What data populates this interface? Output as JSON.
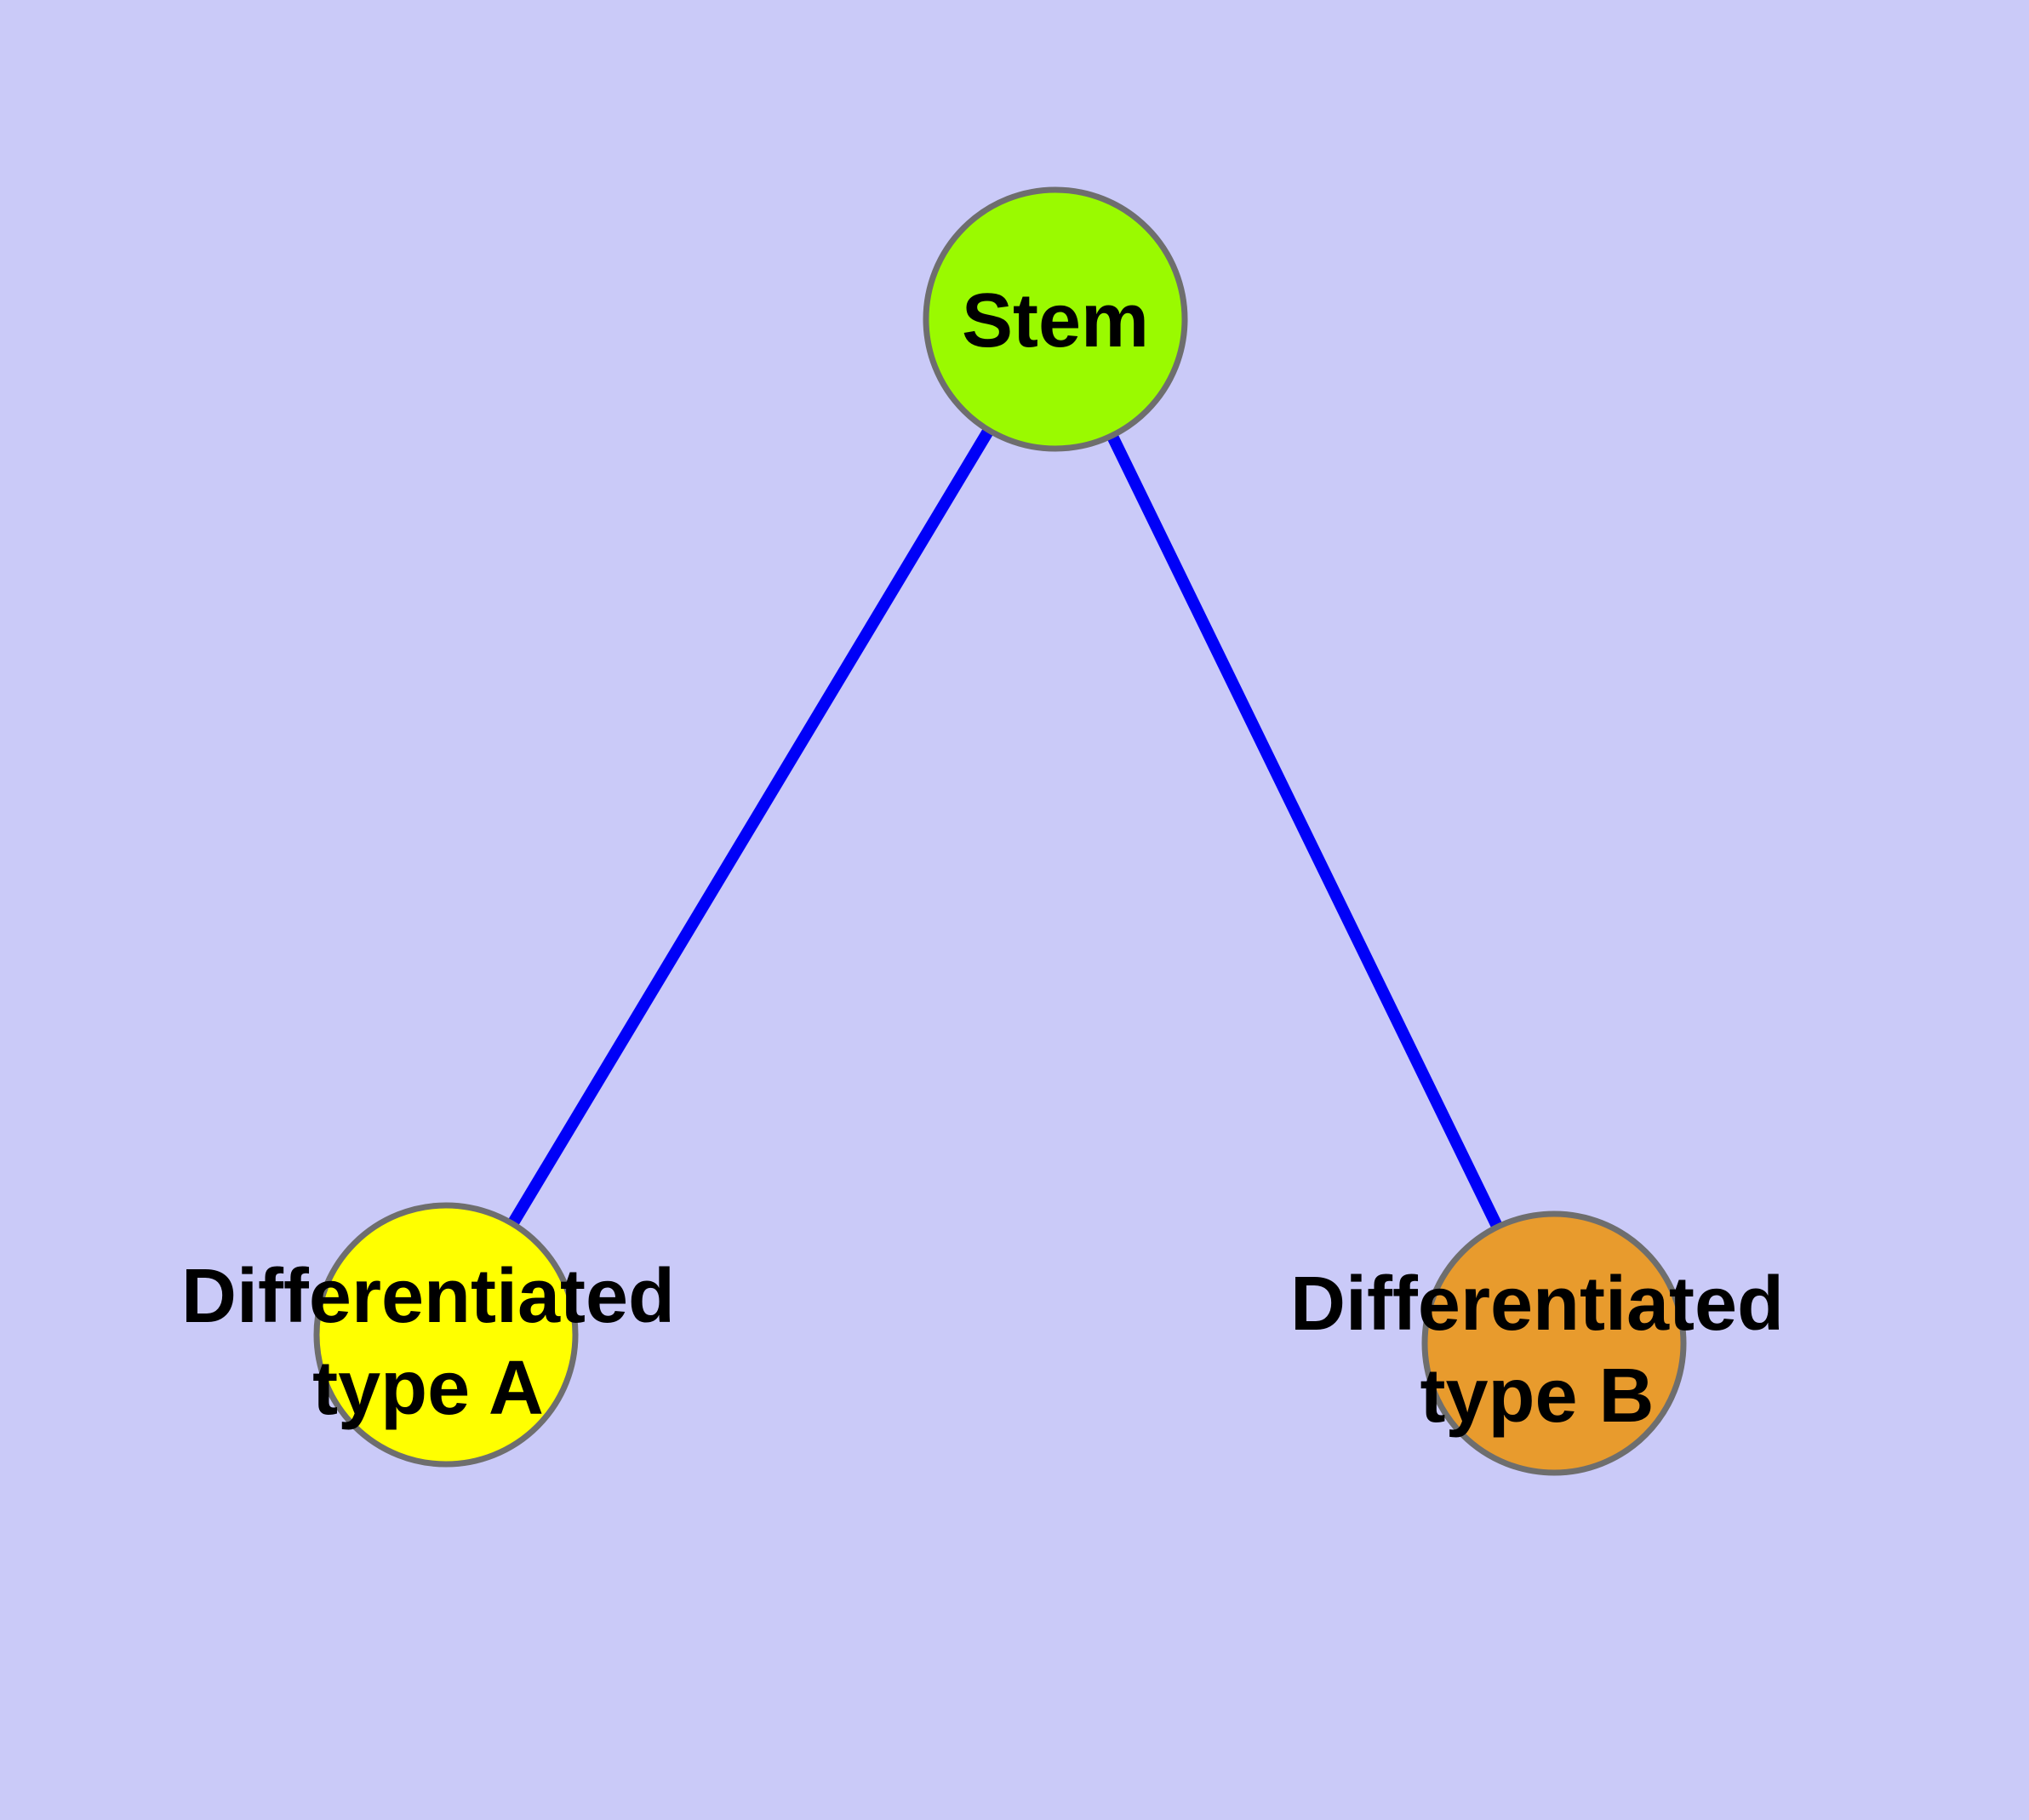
{
  "diagram": {
    "type": "graph",
    "title": "",
    "background_color": "#CACAF8",
    "edge_color": "#0000F8",
    "node_border_color": "#6E6E6E",
    "label_color": "#000000",
    "nodes": {
      "stem": {
        "label": "Stem",
        "fill": "#9AFA00"
      },
      "type_a": {
        "label": "Differentiated type A",
        "label_line1": "Differentiated",
        "label_line2": "type A",
        "fill": "#FFFF00"
      },
      "type_b": {
        "label": "Differentiated type B",
        "label_line1": "Differentiated",
        "label_line2": "type B",
        "fill": "#E89B2D"
      }
    },
    "edges": [
      {
        "from": "Stem",
        "to": "Differentiated type A"
      },
      {
        "from": "Stem",
        "to": "Differentiated type B"
      }
    ]
  }
}
